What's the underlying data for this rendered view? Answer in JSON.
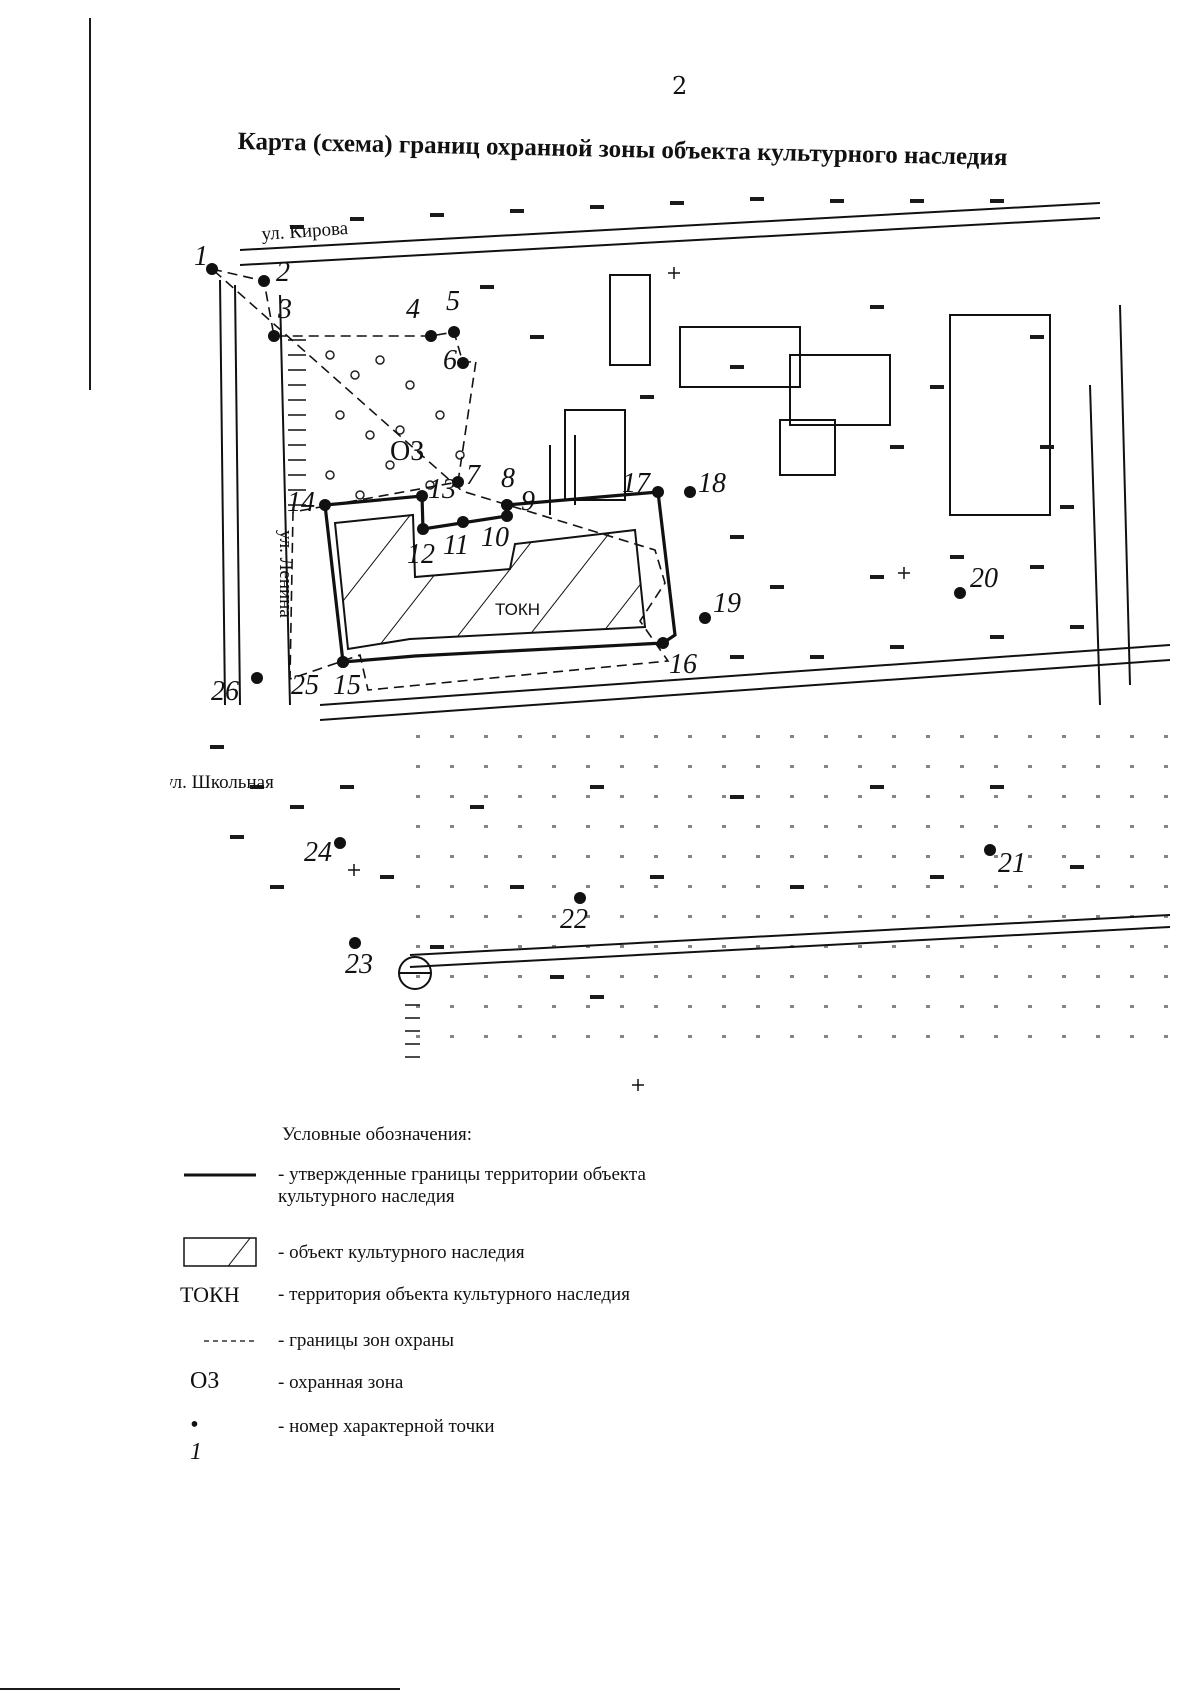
{
  "page": {
    "number": "2"
  },
  "title": "Карта (схема) границ охранной зоны объекта культурного наследия",
  "map": {
    "streets": {
      "kirova": "ул. Кирова",
      "lenina": "ул. Ленина",
      "shkolnaya": "ул. Школьная"
    },
    "zone_labels": {
      "protective_zone": "ОЗ",
      "heritage_territory": "ТОКН"
    },
    "points": [
      "1",
      "2",
      "3",
      "4",
      "5",
      "6",
      "7",
      "8",
      "9",
      "10",
      "11",
      "12",
      "13",
      "14",
      "15",
      "16",
      "17",
      "18",
      "19",
      "20",
      "21",
      "22",
      "23",
      "24",
      "25",
      "26"
    ]
  },
  "legend": {
    "title": "Условные обозначения:",
    "items": [
      {
        "symbol": "solid-line",
        "text": "- утвержденные границы территории объекта культурного наследия"
      },
      {
        "symbol": "hatched-box",
        "text": "- объект культурного наследия"
      },
      {
        "symbol": "ТОКН",
        "text": "- территория объекта культурного наследия"
      },
      {
        "symbol": "dashed-line",
        "text": "- границы зон охраны"
      },
      {
        "symbol": "ОЗ",
        "text": "- охранная зона"
      },
      {
        "symbol": "• 1",
        "text": "- номер характерной точки"
      }
    ]
  }
}
